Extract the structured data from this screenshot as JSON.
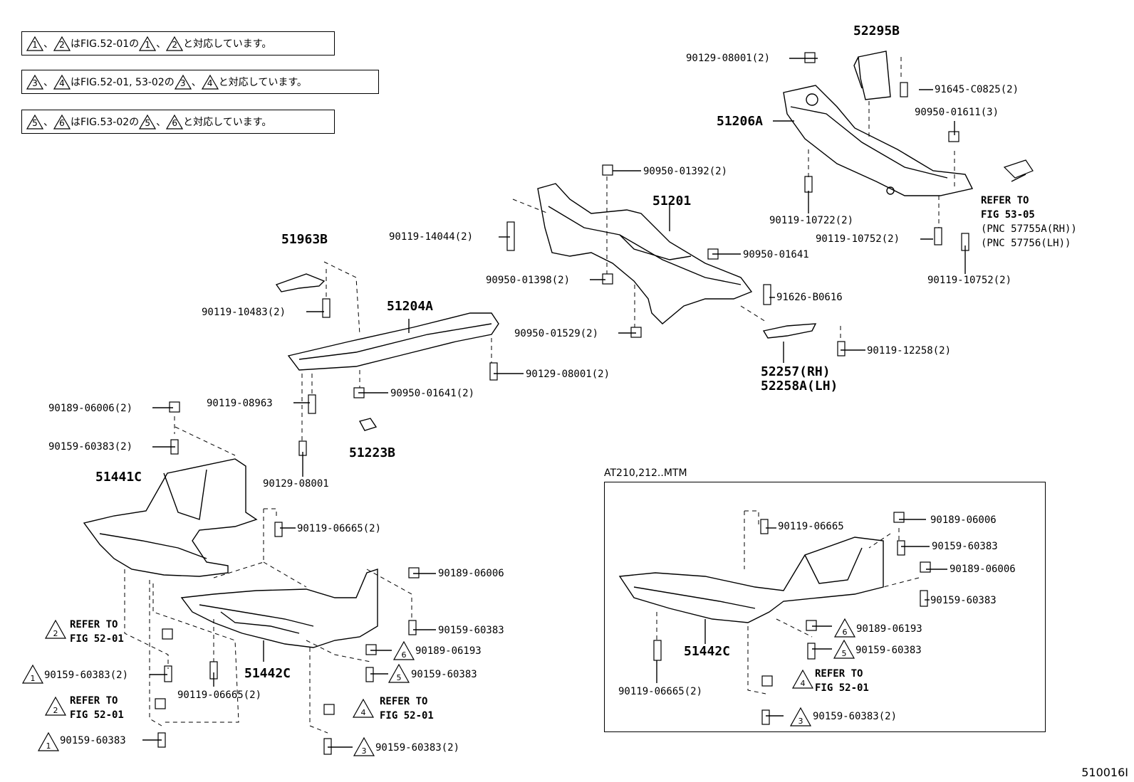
{
  "notes": [
    {
      "t1": "1",
      "t2": "2",
      "text": "はFIG.52-01の",
      "t3": "1",
      "t4": "2",
      "tail": "と対応しています。"
    },
    {
      "t1": "3",
      "t2": "4",
      "text": "はFIG.52-01, 53-02の",
      "t3": "3",
      "t4": "4",
      "tail": "と対応しています。"
    },
    {
      "t1": "5",
      "t2": "6",
      "text": "はFIG.53-02の",
      "t3": "5",
      "t4": "6",
      "tail": "と対応しています。"
    }
  ],
  "parts": {
    "p52295B": "52295B",
    "p51206A": "51206A",
    "p51201": "51201",
    "p51963B": "51963B",
    "p51204A": "51204A",
    "p51223B": "51223B",
    "p51441C": "51441C",
    "p51442C": "51442C",
    "p51442C_inset": "51442C",
    "p52257": "52257(RH)",
    "p52258A": "52258A(LH)"
  },
  "labels": {
    "l1": "90129-08001(2)",
    "l2": "91645-C0825(2)",
    "l3": "90950-01611(3)",
    "l4": "90950-01392(2)",
    "l5": "REFER TO",
    "l6": "FIG 53-05",
    "l7": "(PNC 57755A(RH))",
    "l8": "(PNC 57756(LH))",
    "l9": "90119-10722(2)",
    "l10": "90119-10752(2)",
    "l11": "90119-10752(2)",
    "l12": "90119-14044(2)",
    "l13": "90950-01641",
    "l14": "90950-01398(2)",
    "l15": "91626-B0616",
    "l16": "90119-10483(2)",
    "l17": "90950-01529(2)",
    "l18": "90119-12258(2)",
    "l19": "90129-08001(2)",
    "l20": "90119-08963",
    "l21": "90950-01641(2)",
    "l22": "90189-06006(2)",
    "l23": "90159-60383(2)",
    "l24": "90129-08001",
    "l25": "90119-06665(2)",
    "l26": "90189-06006",
    "l27": "90159-60383",
    "l28": "90189-06193",
    "l29": "90159-60383",
    "l30": "REFER TO",
    "l31": "FIG 52-01",
    "l32": "90159-60383(2)",
    "l33": "90119-06665(2)",
    "l34": "REFER TO",
    "l35": "FIG 52-01",
    "l36": "REFER TO",
    "l37": "FIG 52-01",
    "l38": "90159-60383",
    "l39": "90159-60383(2)"
  },
  "inset": {
    "title": "AT210,212..MTM",
    "labels": {
      "i1": "90119-06665",
      "i2": "90189-06006",
      "i3": "90159-60383",
      "i4": "90189-06006",
      "i5": "90159-60383",
      "i6": "90189-06193",
      "i7": "90159-60383",
      "i8": "REFER TO",
      "i9": "FIG 52-01",
      "i10": "90119-06665(2)",
      "i11": "90159-60383(2)"
    }
  },
  "figure_id": "510016I"
}
